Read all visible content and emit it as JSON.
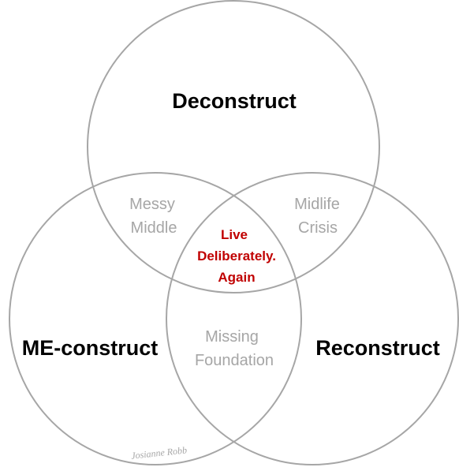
{
  "circles": {
    "top": {
      "label": "Deconstruct"
    },
    "left": {
      "label": "ME-construct"
    },
    "right": {
      "label": "Reconstruct"
    }
  },
  "overlaps": {
    "top_left": {
      "line1": "Messy",
      "line2": "Middle"
    },
    "top_right": {
      "line1": "Midlife",
      "line2": "Crisis"
    },
    "left_right": {
      "line1": "Missing",
      "line2": "Foundation"
    }
  },
  "center": {
    "line1": "Live",
    "line2": "Deliberately.",
    "line3": "Again"
  },
  "signature": "Josianne Robb",
  "colors": {
    "circle_stroke": "#a6a6a6",
    "overlap_text": "#a6a6a6",
    "center_text": "#c00000",
    "main_text": "#000000"
  }
}
